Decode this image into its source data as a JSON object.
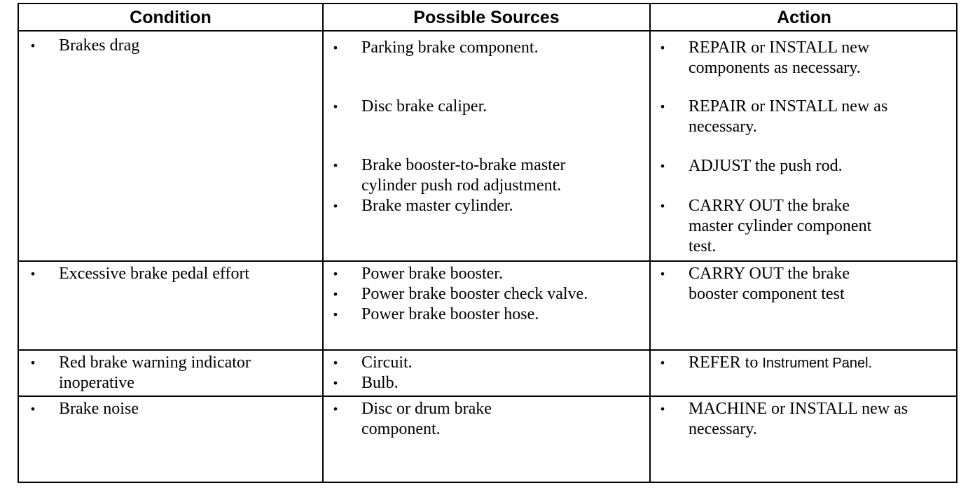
{
  "table": {
    "headers": [
      "Condition",
      "Possible Sources",
      "Action"
    ],
    "bullet_symbol": "•",
    "rows": [
      {
        "condition": "Brakes drag",
        "sources": [
          "Parking brake component.",
          "Disc brake caliper.",
          "Brake booster-to-brake master cylinder push rod adjustment.",
          "Brake master cylinder."
        ],
        "actions": [
          "REPAIR or INSTALL new components as necessary.",
          "REPAIR or INSTALL new as necessary.",
          "ADJUST the push rod.",
          "CARRY OUT the brake master cylinder component test."
        ]
      },
      {
        "condition": "Excessive brake pedal effort",
        "sources": [
          "Power brake booster.",
          "Power brake booster check valve.",
          "Power brake booster hose."
        ],
        "actions": [
          "CARRY OUT the brake booster component test"
        ]
      },
      {
        "condition": "Red brake warning indicator inoperative",
        "sources": [
          "Circuit.",
          "Bulb."
        ],
        "actions": [
          {
            "lead": "REFER to",
            "rest": "Instrument Panel."
          }
        ]
      },
      {
        "condition": "Brake noise",
        "sources": [
          "Disc or drum brake component."
        ],
        "actions": [
          "MACHINE or INSTALL new as necessary."
        ]
      }
    ]
  }
}
